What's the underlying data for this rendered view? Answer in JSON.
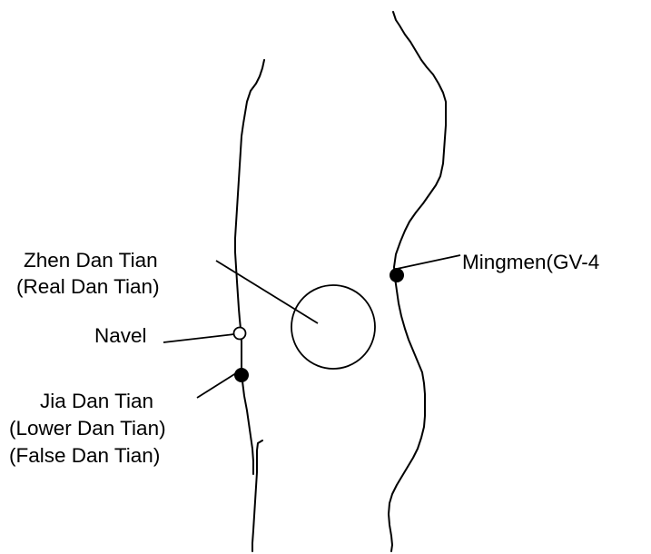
{
  "labels": {
    "zhen_line1": "Zhen Dan Tian",
    "zhen_line2": "(Real Dan Tian)",
    "navel": "Navel",
    "jia_line1": "Jia Dan Tian",
    "jia_line2": "(Lower Dan Tian)",
    "jia_line3": "(False Dan Tian)",
    "mingmen": "Mingmen(GV-4"
  },
  "colors": {
    "ink": "#000000",
    "background": "#ffffff"
  }
}
